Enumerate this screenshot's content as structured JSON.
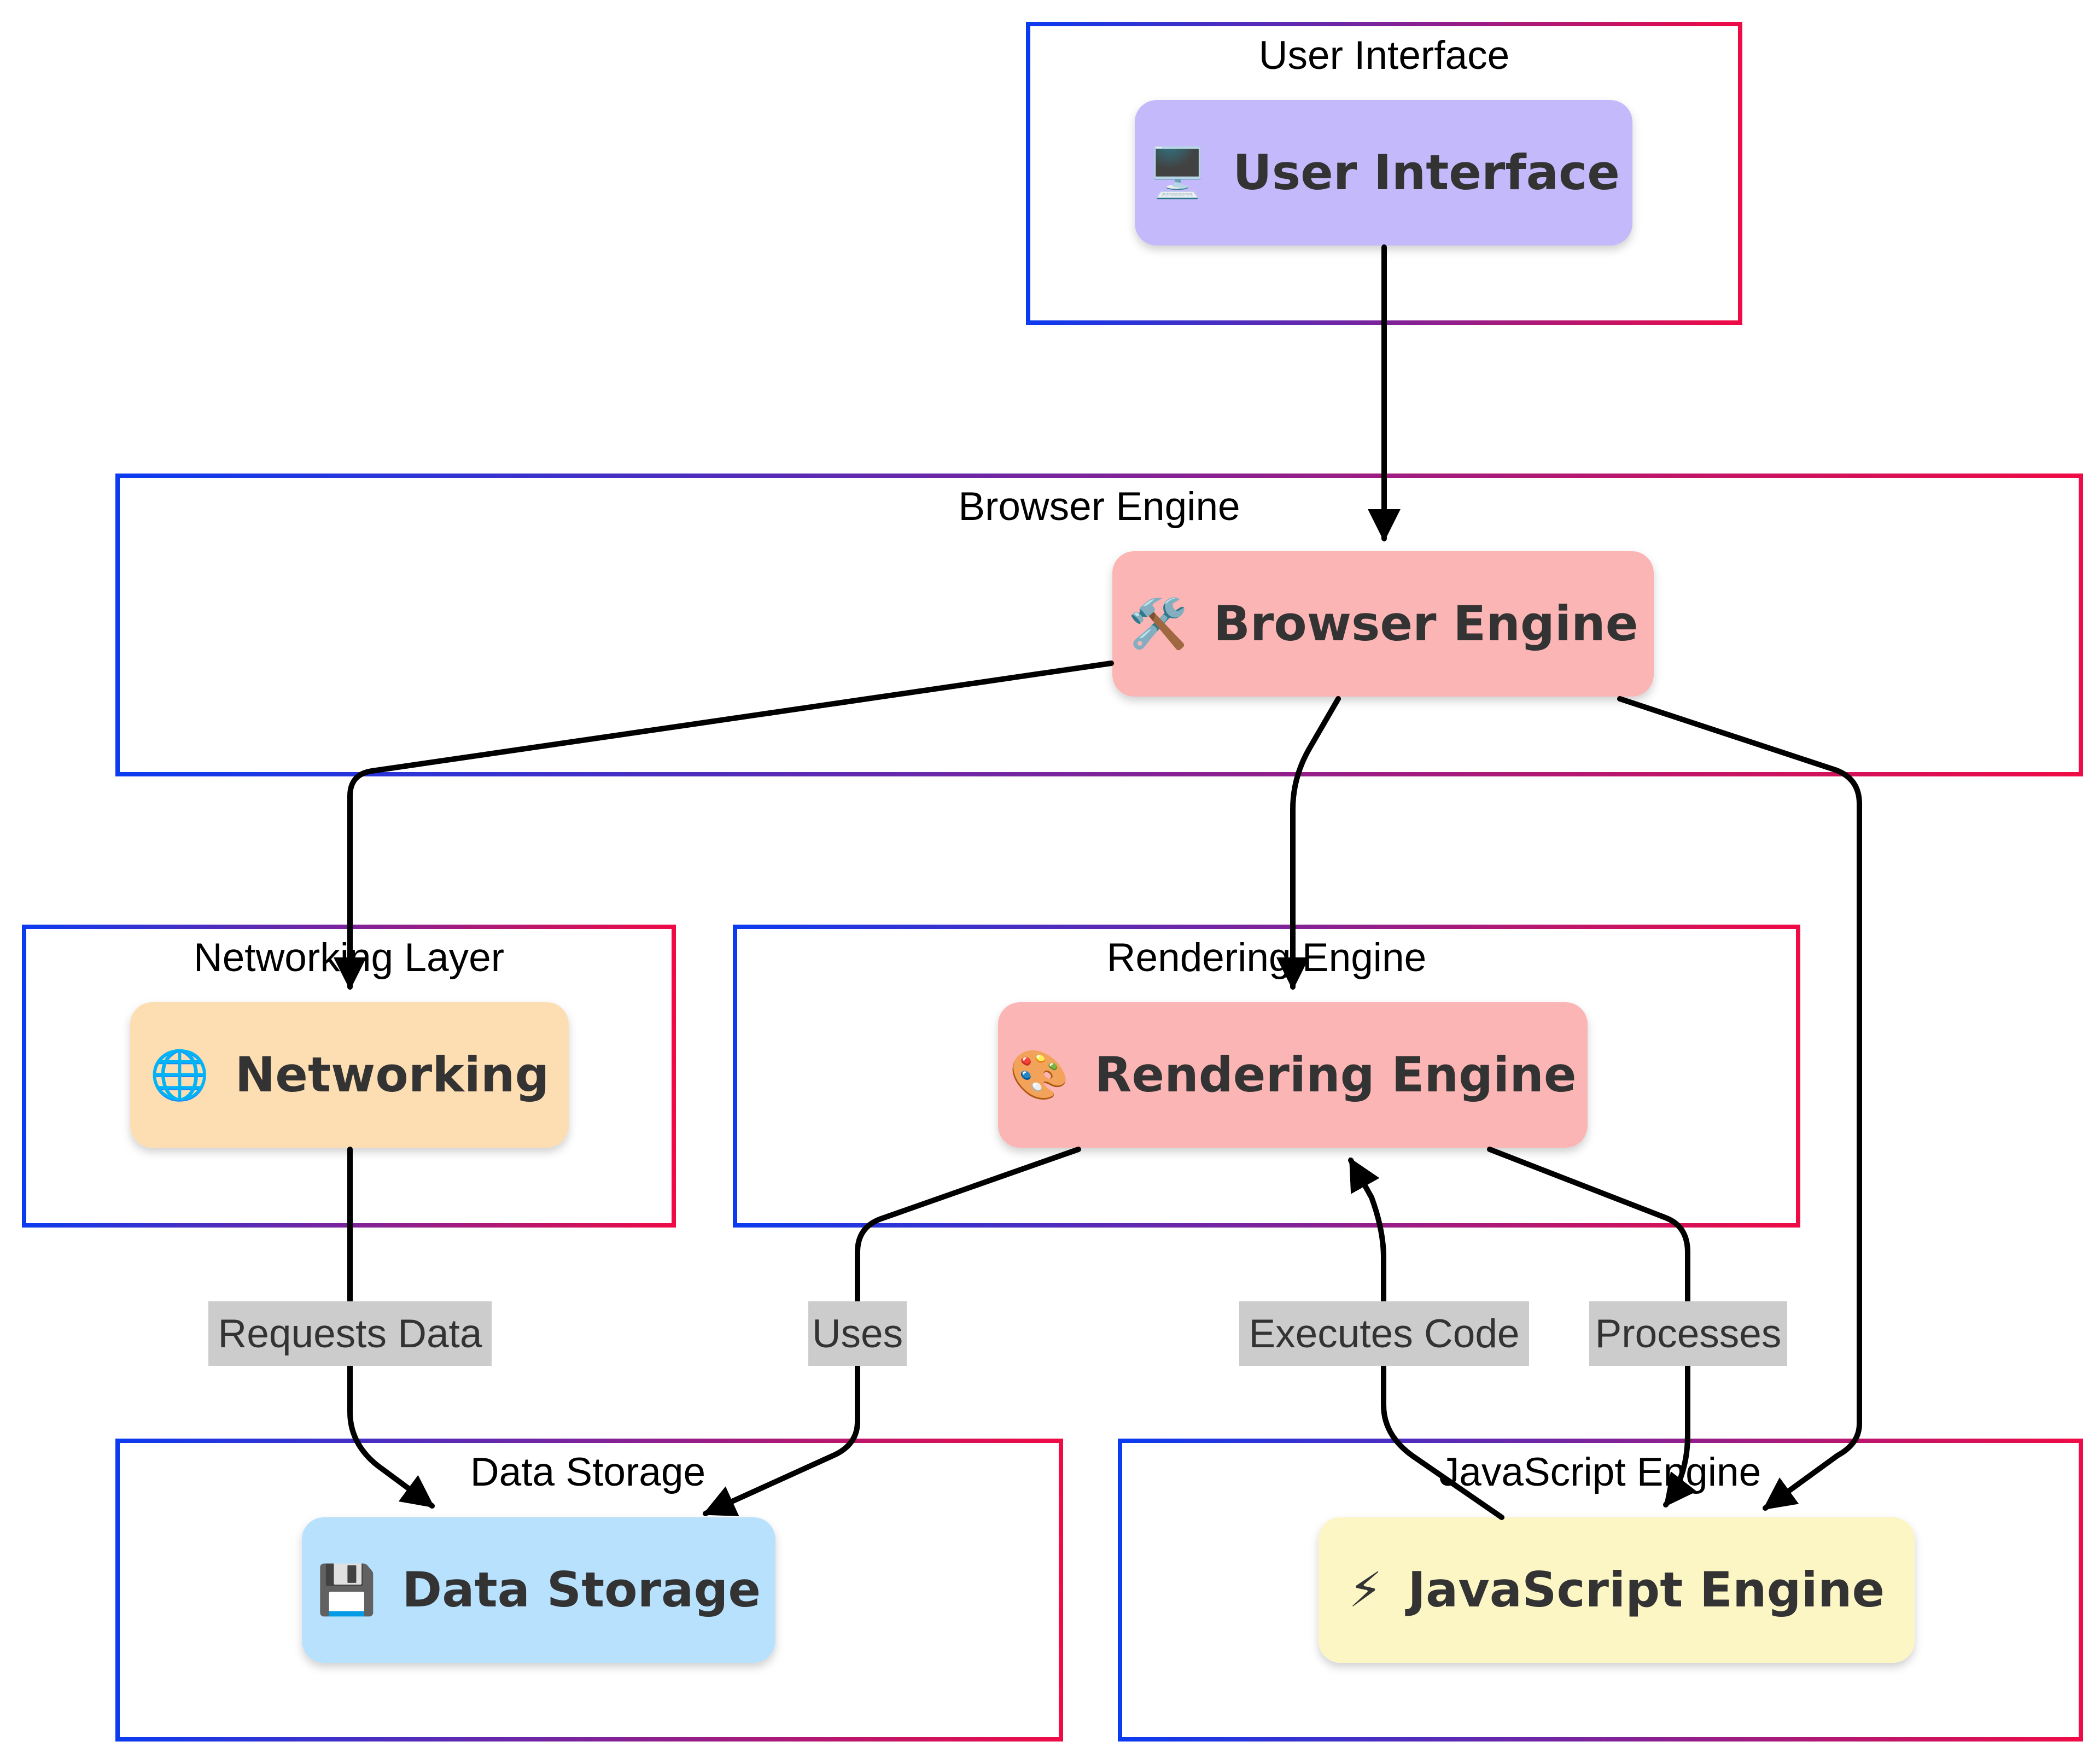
{
  "diagram": {
    "subgraphs": {
      "ui": "User Interface",
      "browser": "Browser Engine",
      "networking": "Networking Layer",
      "rendering": "Rendering Engine",
      "storage": "Data Storage",
      "js": "JavaScript Engine"
    },
    "nodes": {
      "ui": {
        "icon": "🖥️",
        "icon_name": "desktop-computer-icon",
        "label": "User Interface",
        "color": "#c4b9fb"
      },
      "browser": {
        "icon": "🛠️",
        "icon_name": "hammer-and-wrench-icon",
        "label": "Browser Engine",
        "color": "#fcb5b5"
      },
      "networking": {
        "icon": "🌐",
        "icon_name": "globe-icon",
        "label": "Networking",
        "color": "#fddeb3"
      },
      "rendering": {
        "icon": "🎨",
        "icon_name": "artist-palette-icon",
        "label": "Rendering Engine",
        "color": "#fcb5b5"
      },
      "storage": {
        "icon": "💾",
        "icon_name": "floppy-disk-icon",
        "label": "Data Storage",
        "color": "#b7e1fd"
      },
      "js": {
        "icon": "⚡",
        "icon_name": "lightning-bolt-icon",
        "label": "JavaScript Engine",
        "color": "#fcf6c5"
      }
    },
    "edges": {
      "requests_data": "Requests Data",
      "uses": "Uses",
      "executes_code": "Executes Code",
      "processes": "Processes"
    },
    "colors": {
      "cluster_gradient_start": "#0b3bf0",
      "cluster_gradient_end": "#ef0b45",
      "edge_label_bg": "#cccccc",
      "node_text": "#333333"
    }
  }
}
